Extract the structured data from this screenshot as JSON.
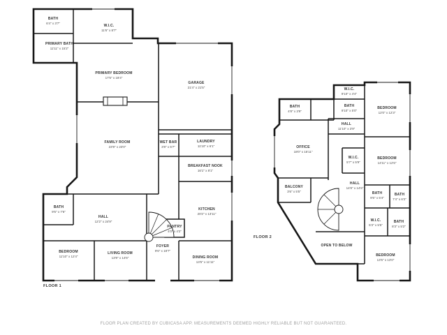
{
  "theme": {
    "background": "#ffffff",
    "wall": "#161616",
    "label": "#2f2f2f",
    "dims": "#4a4a4a",
    "footer": "#9e9e9e"
  },
  "floor1": {
    "label": "FLOOR 1",
    "rooms": [
      {
        "name": "BATH",
        "dims": "6'4\" x 3'7\""
      },
      {
        "name": "W.I.C.",
        "dims": "11'6\" x 8'7\""
      },
      {
        "name": "PRIMARY BATH",
        "dims": "11'11\" x 15'2\""
      },
      {
        "name": "PRIMARY BEDROOM",
        "dims": "17'5\" x 18'4\""
      },
      {
        "name": "GARAGE",
        "dims": "21'4\" x 21'5\""
      },
      {
        "name": "FAMILY ROOM",
        "dims": "23'9\" x 23'0\""
      },
      {
        "name": "WET BAR",
        "dims": "3'8\" x 5'7\""
      },
      {
        "name": "LAUNDRY",
        "dims": "11'10\" x 6'1\""
      },
      {
        "name": "BREAKFAST NOOK",
        "dims": "16'1\" x 8'1\""
      },
      {
        "name": "BATH",
        "dims": "9'5\" x 7'6\""
      },
      {
        "name": "HALL",
        "dims": "12'2\" x 24'9\""
      },
      {
        "name": "KITCHEN",
        "dims": "20'2\" x 13'11\""
      },
      {
        "name": "PANTRY",
        "dims": "4'0\" x 4'2\""
      },
      {
        "name": "BEDROOM",
        "dims": "11'10\" x 12'4\""
      },
      {
        "name": "LIVING ROOM",
        "dims": "13'9\" x 14'6\""
      },
      {
        "name": "FOYER",
        "dims": "9'6\" x 18'7\""
      },
      {
        "name": "DINING ROOM",
        "dims": "13'5\" x 11'11\""
      }
    ]
  },
  "floor2": {
    "label": "FLOOR 2",
    "rooms": [
      {
        "name": "W.I.C.",
        "dims": "9'10\" x 4'4\""
      },
      {
        "name": "BATH",
        "dims": "4'8\" x 3'9\""
      },
      {
        "name": "BATH",
        "dims": "9'10\" x 5'0\""
      },
      {
        "name": "BEDROOM",
        "dims": "12'0\" x 12'3\""
      },
      {
        "name": "HALL",
        "dims": "11'10\" x 3'9\""
      },
      {
        "name": "OFFICE",
        "dims": "18'0\" x 15'11\""
      },
      {
        "name": "W.I.C.",
        "dims": "5'7\" x 5'9\""
      },
      {
        "name": "BEDROOM",
        "dims": "14'11\" x 12'6\""
      },
      {
        "name": "BALCONY",
        "dims": "3'6\" x 5'5\""
      },
      {
        "name": "HALL",
        "dims": "14'8\" x 14'6\""
      },
      {
        "name": "BATH",
        "dims": "9'5\" x 5'4\""
      },
      {
        "name": "BATH",
        "dims": "7'4\" x 6'2\""
      },
      {
        "name": "W.I.C.",
        "dims": "5'3\" x 5'5\""
      },
      {
        "name": "BATH",
        "dims": "8'3\" x 5'2\""
      },
      {
        "name": "OPEN TO BELOW"
      },
      {
        "name": "BEDROOM",
        "dims": "13'5\" x 13'0\""
      }
    ]
  },
  "footer": {
    "disclaimer": "FLOOR PLAN CREATED BY CUBICASA APP. MEASUREMENTS DEEMED HIGHLY RELIABLE BUT NOT GUARANTEED."
  }
}
